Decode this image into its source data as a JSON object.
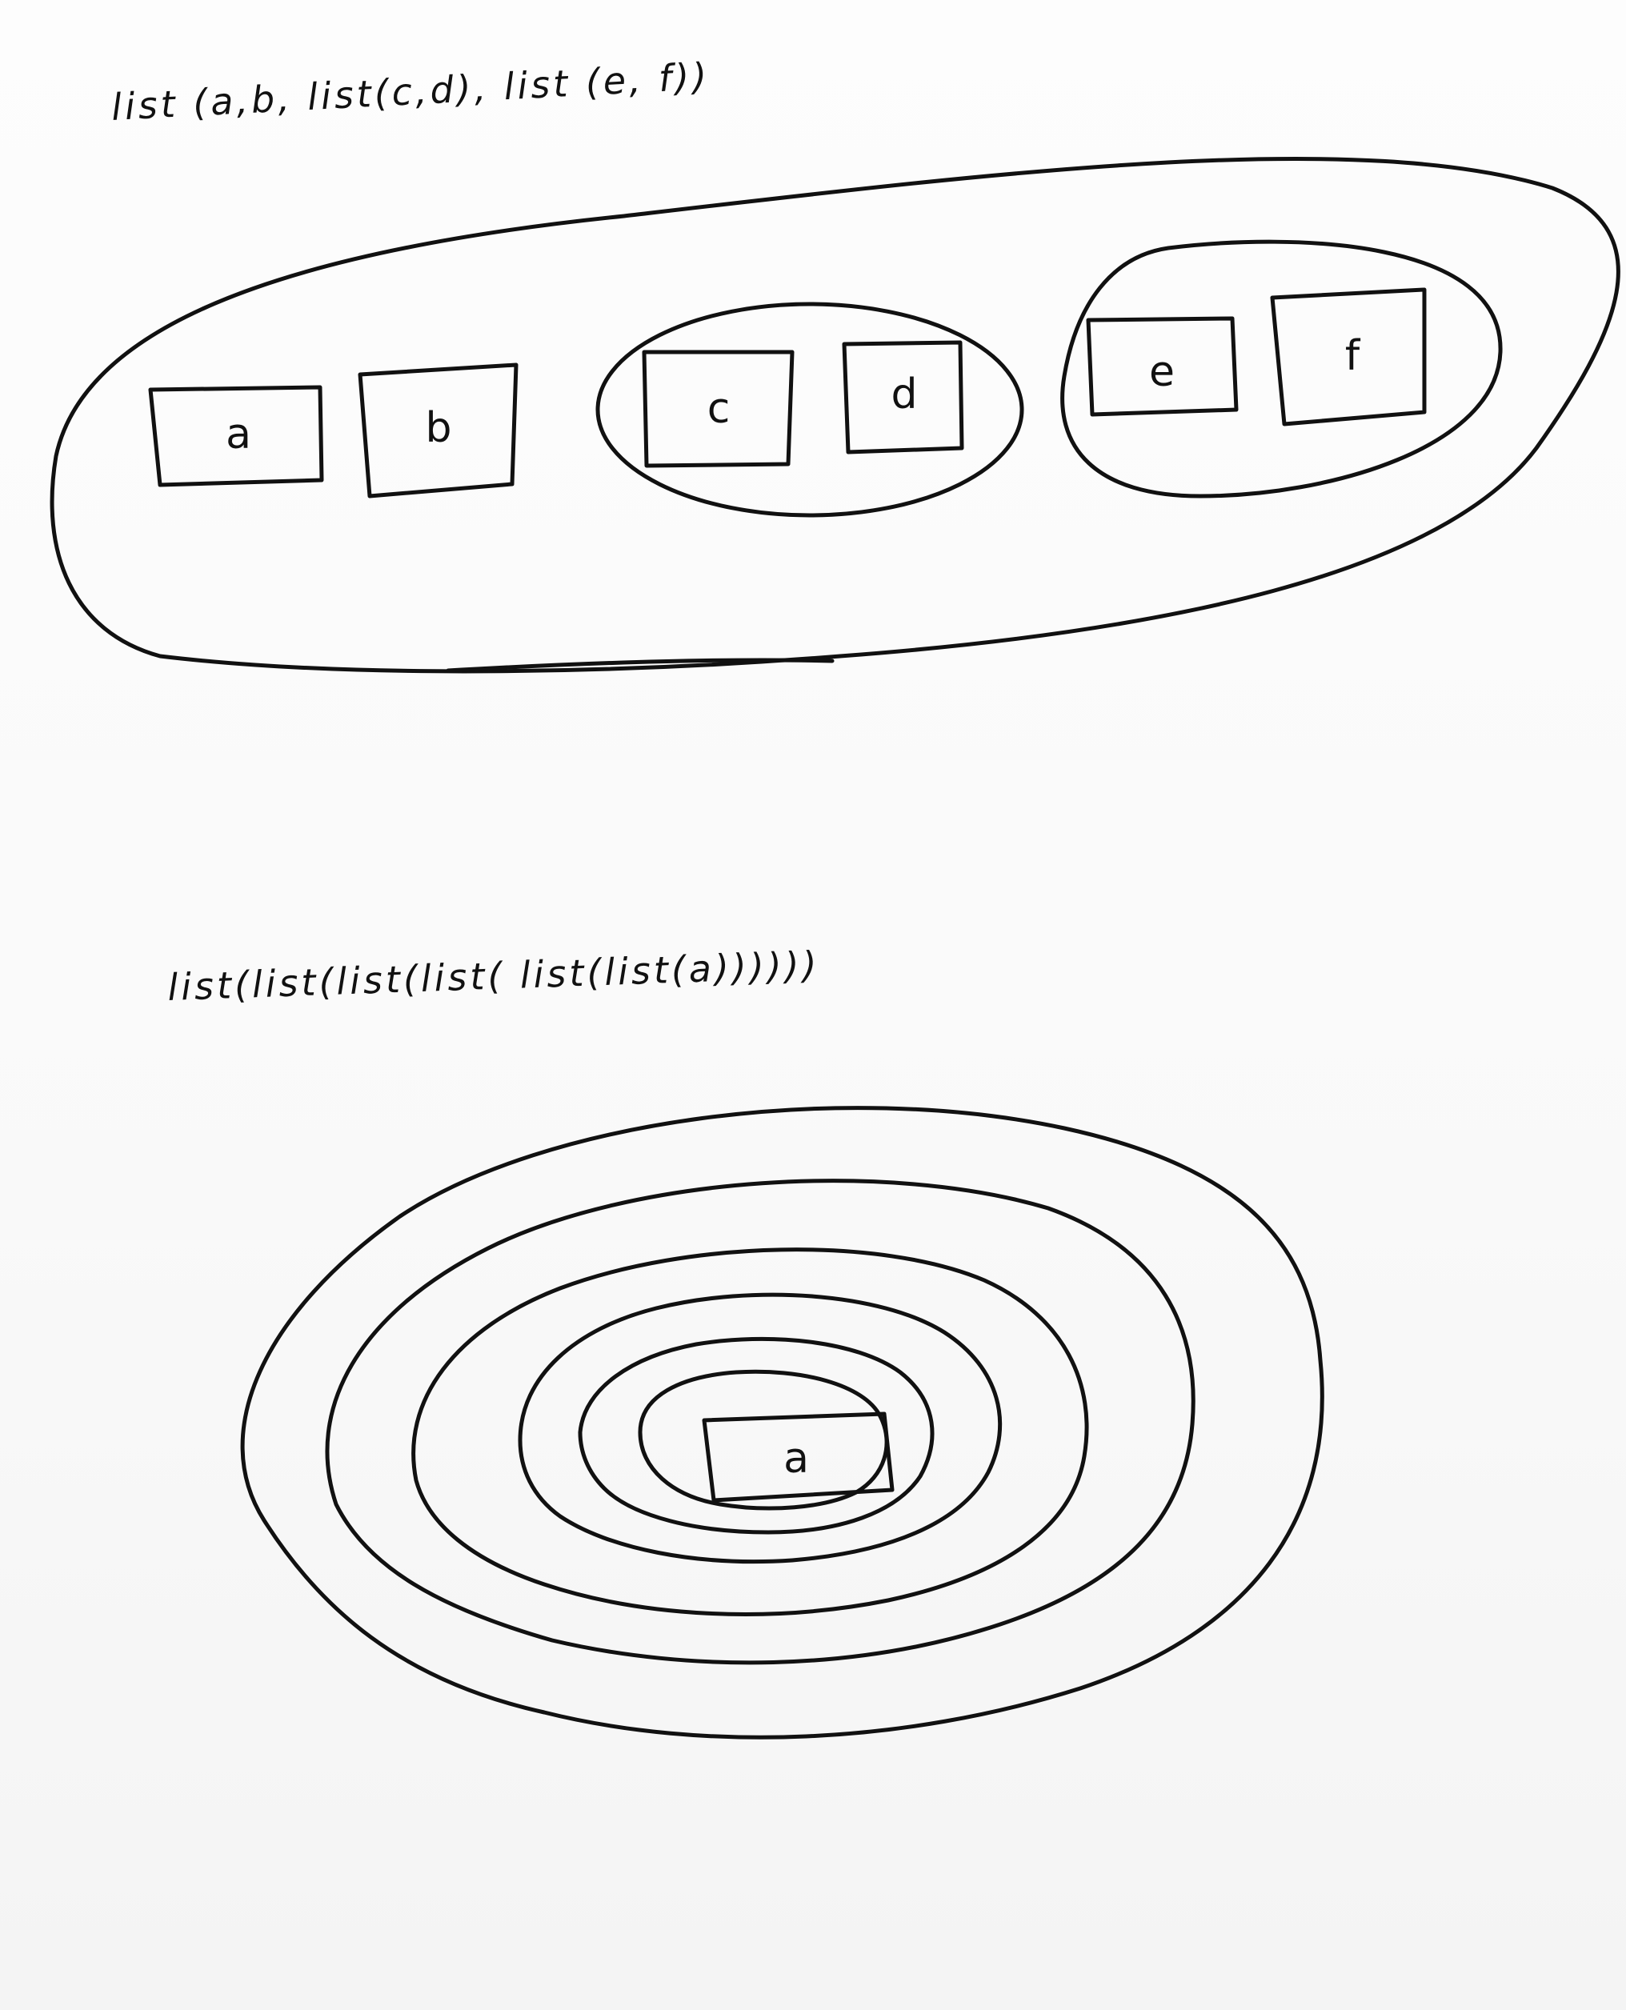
{
  "diagram1": {
    "expression": "list (a,b, list(c,d), list (e, f))",
    "elements": [
      "a",
      "b"
    ],
    "inner_list_1": [
      "c",
      "d"
    ],
    "inner_list_2": [
      "e",
      "f"
    ]
  },
  "diagram2": {
    "expression": "list(list(list(list( list(list(a))))))",
    "element": "a",
    "nesting_rings": 6
  }
}
